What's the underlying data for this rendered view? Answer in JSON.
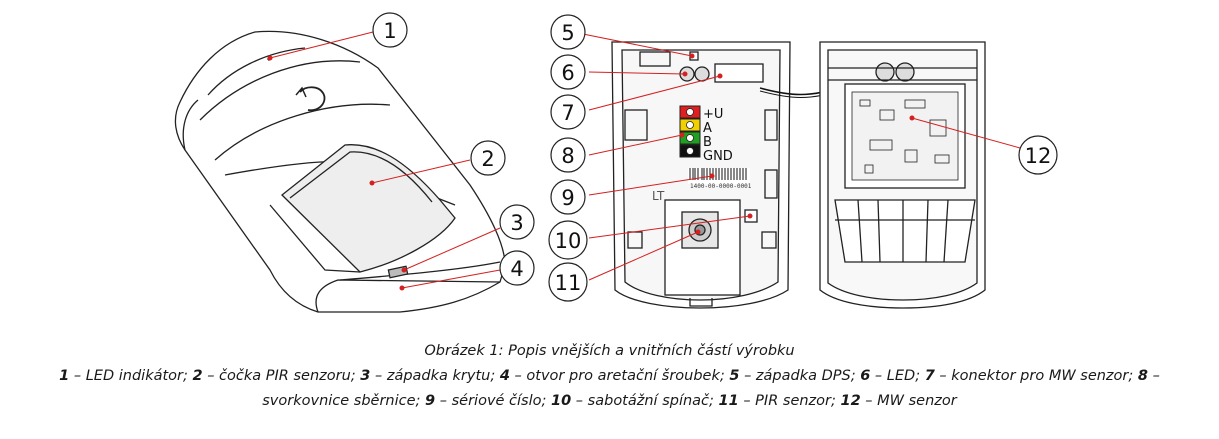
{
  "callouts": [
    "1",
    "2",
    "3",
    "4",
    "5",
    "6",
    "7",
    "8",
    "9",
    "10",
    "11",
    "12"
  ],
  "terminal_labels": [
    "+U",
    "A",
    "B",
    "GND"
  ],
  "board_text": {
    "lt": "LT",
    "serial": "1400-00-0000-0001"
  },
  "caption": {
    "title": "Obrázek 1: Popis vnějších a vnitřních částí výrobku",
    "items": [
      {
        "num": "1",
        "sep": " – ",
        "text": "LED indikátor",
        "end": "; "
      },
      {
        "num": "2",
        "sep": " – ",
        "text": "čočka PIR senzoru",
        "end": "; "
      },
      {
        "num": "3",
        "sep": " – ",
        "text": "západka krytu",
        "end": "; "
      },
      {
        "num": "4",
        "sep": " – ",
        "text": "otvor pro aretační šroubek",
        "end": "; "
      },
      {
        "num": "5",
        "sep": " – ",
        "text": "západka DPS",
        "end": "; "
      },
      {
        "num": "6",
        "sep": " – ",
        "text": "LED",
        "end": "; "
      },
      {
        "num": "7",
        "sep": " – ",
        "text": "konektor pro MW senzor",
        "end": "; "
      },
      {
        "num": "8",
        "sep": " – ",
        "text": "svorkovnice sběrnice",
        "end": "; "
      },
      {
        "num": "9",
        "sep": " – ",
        "text": "sériové číslo",
        "end": "; "
      },
      {
        "num": "10",
        "sep": " – ",
        "text": "sabotážní spínač",
        "end": "; "
      },
      {
        "num": "11",
        "sep": " – ",
        "text": "PIR senzor",
        "end": "; "
      },
      {
        "num": "12",
        "sep": " – ",
        "text": "MW senzor",
        "end": ""
      }
    ]
  },
  "colors": {
    "pointer": "#d42020",
    "outline": "#222222",
    "terminal_red": "#e02020",
    "terminal_yellow": "#f0d000",
    "terminal_green": "#20a020",
    "terminal_black": "#111111"
  }
}
